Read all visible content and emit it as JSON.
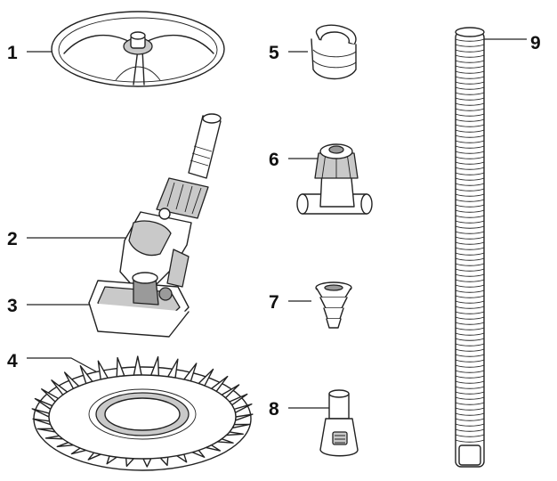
{
  "parts": [
    {
      "number": "1",
      "icon": "disc-wheel-icon"
    },
    {
      "number": "2",
      "icon": "cleaner-head-icon"
    },
    {
      "number": "3",
      "icon": "cleaner-base-icon"
    },
    {
      "number": "4",
      "icon": "skirt-disc-icon"
    },
    {
      "number": "5",
      "icon": "clip-ring-icon"
    },
    {
      "number": "6",
      "icon": "flow-valve-icon"
    },
    {
      "number": "7",
      "icon": "cone-adapter-icon"
    },
    {
      "number": "8",
      "icon": "hose-adapter-icon"
    },
    {
      "number": "9",
      "icon": "hose-icon"
    }
  ]
}
